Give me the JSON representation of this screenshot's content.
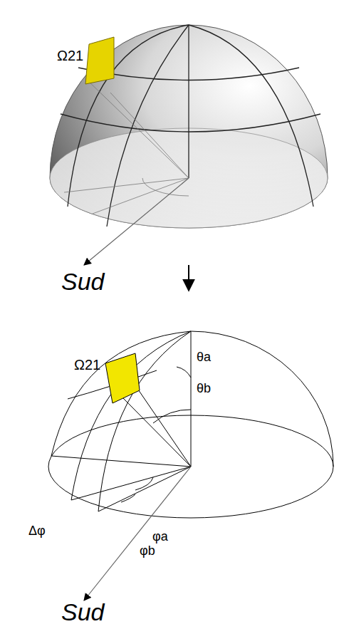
{
  "diagram": {
    "labels": [
      "Ω21",
      "Sud",
      "Ω21",
      "θa",
      "θb",
      "Δφ",
      "φa",
      "φb",
      "Sud"
    ]
  }
}
